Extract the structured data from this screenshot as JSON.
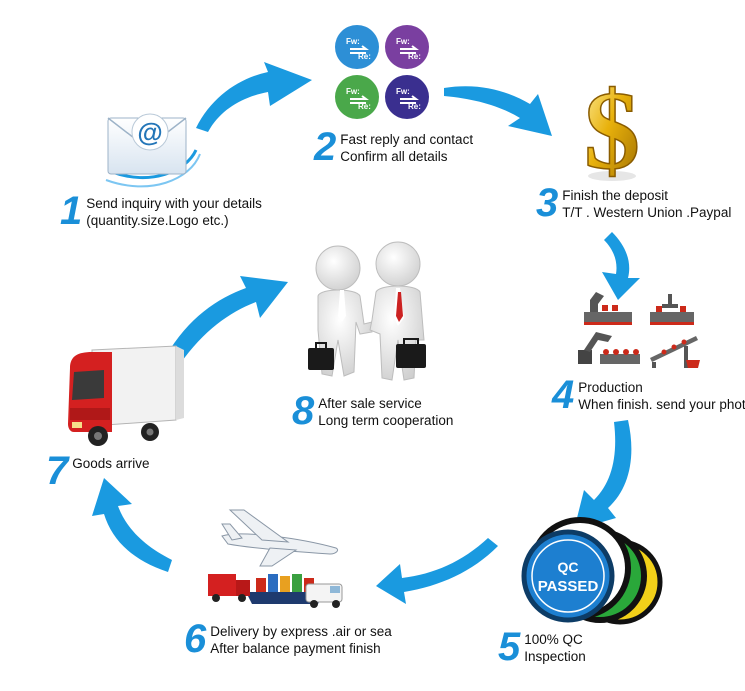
{
  "steps": [
    {
      "num": "1",
      "lines": [
        "Send inquiry with your details",
        "(quantity.size.Logo etc.)"
      ]
    },
    {
      "num": "2",
      "lines": [
        "Fast reply and contact",
        "Confirm all details"
      ]
    },
    {
      "num": "3",
      "lines": [
        "Finish the deposit",
        "T/T . Western Union .Paypal"
      ]
    },
    {
      "num": "4",
      "lines": [
        "Production",
        "When finish. send your photo"
      ]
    },
    {
      "num": "5",
      "lines": [
        "100% QC",
        "Inspection"
      ]
    },
    {
      "num": "6",
      "lines": [
        "Delivery by express .air or sea",
        "After balance payment finish"
      ]
    },
    {
      "num": "7",
      "lines": [
        "Goods arrive"
      ]
    },
    {
      "num": "8",
      "lines": [
        "After sale service",
        "Long term cooperation"
      ]
    }
  ],
  "icons": {
    "email_symbol": "@",
    "mail_labels": [
      "Fw:",
      "Re:"
    ],
    "dollar_symbol": "$",
    "qc_badge": [
      "QC",
      "PASSED"
    ]
  },
  "colors": {
    "accent": "#1a8fd8",
    "arrow": "#1a9ae0",
    "gold": "#e8b10c",
    "truck_red": "#d42020"
  }
}
